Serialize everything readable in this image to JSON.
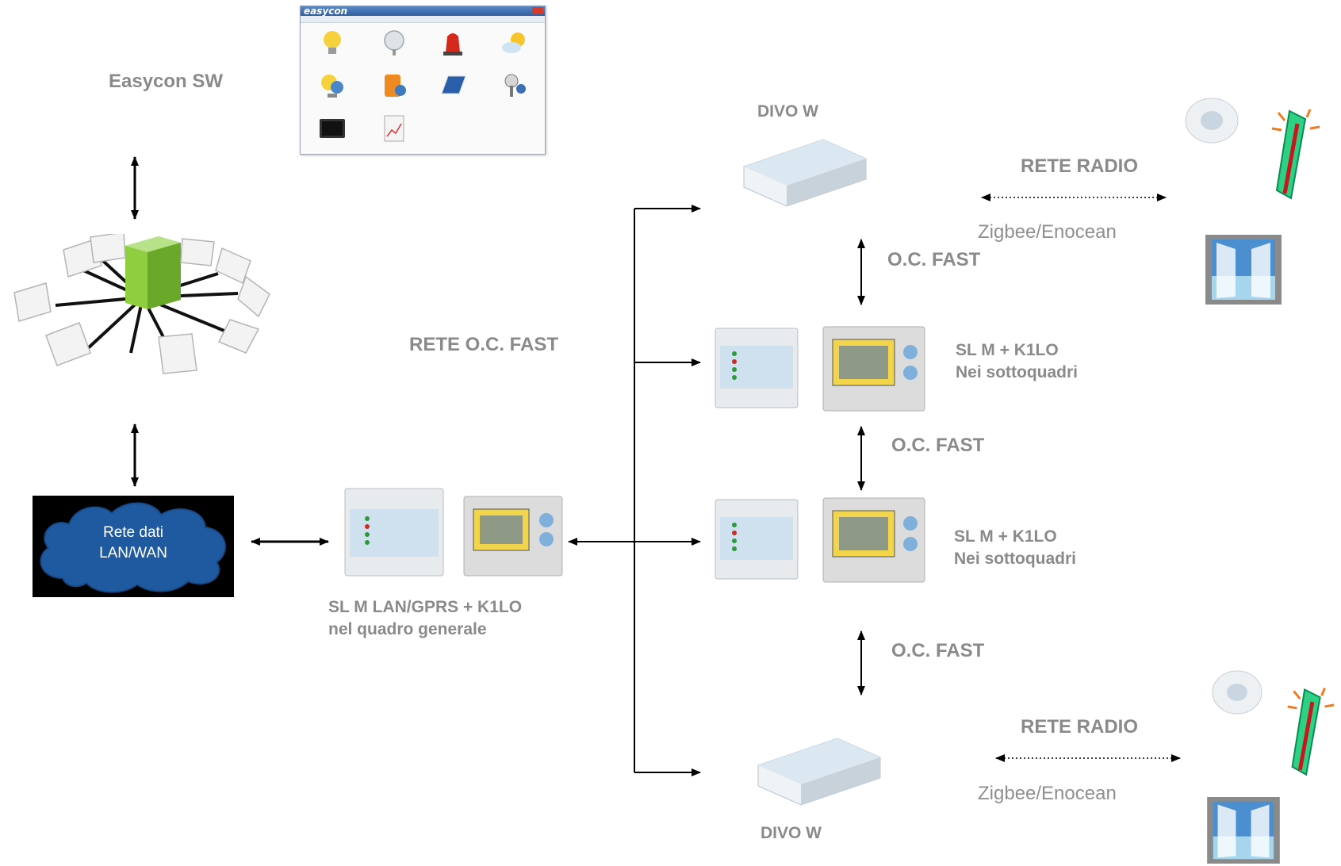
{
  "software": {
    "label": "Easycon SW",
    "window_logo": "easycon",
    "icons": [
      "lightbulb-icon",
      "fan-icon",
      "siren-icon",
      "weather-icon",
      "energy-icon",
      "gas-icon",
      "solar-panel-icon",
      "access-key-icon",
      "monitor-icon",
      "report-icon"
    ]
  },
  "network": {
    "line1": "Rete dati",
    "line2": "LAN/WAN"
  },
  "bus_label": "RETE O.C. FAST",
  "main_device": {
    "line1": "SL M LAN/GPRS + K1LO",
    "line2": "nel quadro generale"
  },
  "divo_top": {
    "label": "DIVO W"
  },
  "divo_bottom": {
    "label": "DIVO W"
  },
  "sub_panel_1": {
    "line1": "SL M + K1LO",
    "line2": "Nei sottoquadri"
  },
  "sub_panel_2": {
    "line1": "SL M + K1LO",
    "line2": "Nei sottoquadri"
  },
  "oc_fast_labels": [
    "O.C. FAST",
    "O.C. FAST",
    "O.C. FAST"
  ],
  "radio_top": {
    "label": "RETE RADIO",
    "protocol": "Zigbee/Enocean"
  },
  "radio_bottom": {
    "label": "RETE RADIO",
    "protocol": "Zigbee/Enocean"
  }
}
